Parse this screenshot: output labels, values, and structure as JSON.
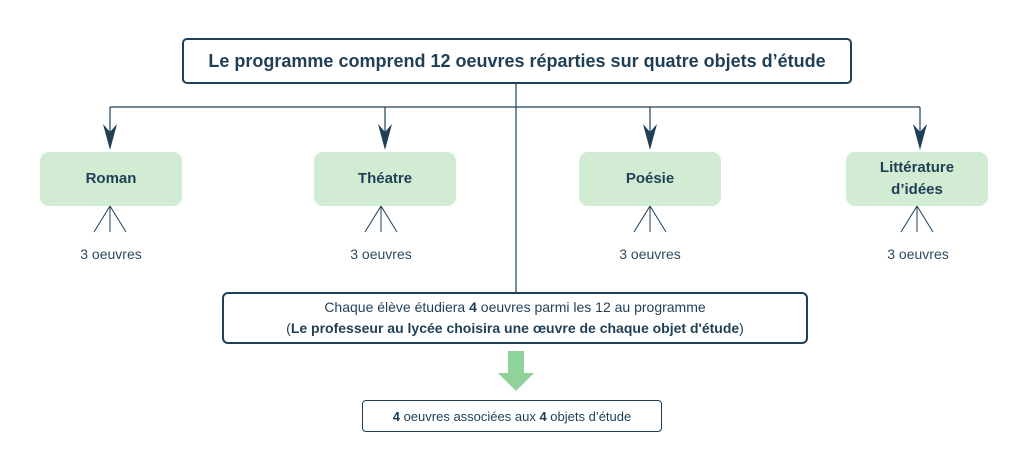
{
  "title": "Le programme comprend 12 oeuvres réparties sur quatre objets d’étude",
  "categories": [
    {
      "label": "Roman",
      "count": "3 oeuvres"
    },
    {
      "label": "Théatre",
      "count": "3 oeuvres"
    },
    {
      "label": "Poésie",
      "count": "3 oeuvres"
    },
    {
      "label": "Littérature\nd’idées",
      "count": "3 oeuvres"
    }
  ],
  "student_note": {
    "prefix": "Chaque élève étudiera ",
    "number": "4",
    "suffix": " oeuvres parmi les 12 au programme",
    "open_paren": "(",
    "teacher_note": "Le professeur au lycée choisira une œuvre de chaque objet d'étude",
    "close_paren": ")"
  },
  "result": {
    "number1": "4",
    "text1": " oeuvres associées aux ",
    "number2": "4",
    "text2": " objets d’étude"
  },
  "colors": {
    "ink": "#1f3f57",
    "category_fill": "#d2ecd3",
    "down_arrow": "#8fd39a"
  }
}
